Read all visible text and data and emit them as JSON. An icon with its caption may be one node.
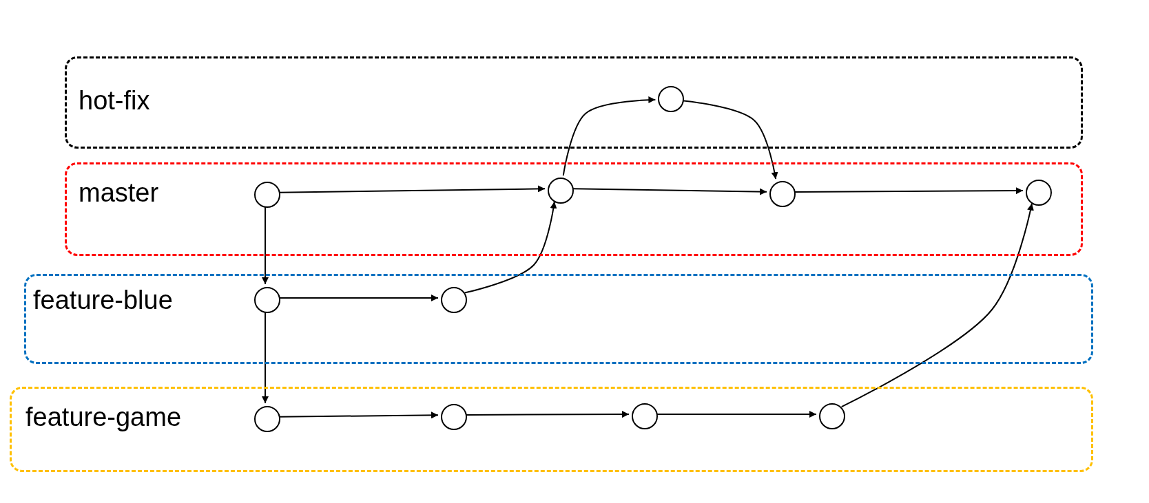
{
  "diagram": {
    "nodes": [
      {
        "text": [
          "hot-fix"
        ]
      },
      {
        "text": [],
        "shape": "circle",
        "in": 0
      },
      {
        "text": [
          "master"
        ]
      },
      {
        "text": [],
        "shape": "circle",
        "in": 2
      },
      {
        "text": [],
        "shape": "circle",
        "in": 2
      },
      {
        "text": [],
        "shape": "circle",
        "in": 2
      },
      {
        "text": [],
        "shape": "circle",
        "in": 2
      },
      {
        "text": [
          "feature-blue"
        ]
      },
      {
        "text": [],
        "shape": "circle",
        "in": 7
      },
      {
        "text": [],
        "shape": "circle",
        "in": 7
      },
      {
        "text": [
          "feature-game"
        ]
      },
      {
        "text": [],
        "shape": "circle",
        "in": 10
      },
      {
        "text": [],
        "shape": "circle",
        "in": 10
      },
      {
        "text": [],
        "shape": "circle",
        "in": 10
      },
      {
        "text": [],
        "shape": "circle",
        "in": 10
      }
    ],
    "edges": [
      {
        "from": 3,
        "to": 4,
        "arrow": "to"
      },
      {
        "from": 4,
        "to": 5,
        "arrow": "to"
      },
      {
        "from": 5,
        "to": 6,
        "arrow": "to"
      },
      {
        "from": 3,
        "to": 8,
        "arrow": "to"
      },
      {
        "from": 8,
        "to": 11,
        "arrow": "to"
      },
      {
        "from": 8,
        "to": 9,
        "arrow": "to"
      },
      {
        "from": 9,
        "to": 4,
        "arrow": "to"
      },
      {
        "from": 4,
        "to": 1,
        "arrow": "to"
      },
      {
        "from": 1,
        "to": 5,
        "arrow": "to"
      },
      {
        "from": 11,
        "to": 12,
        "arrow": "to"
      },
      {
        "from": 12,
        "to": 13,
        "arrow": "to"
      },
      {
        "from": 13,
        "to": 14,
        "arrow": "to"
      },
      {
        "from": 14,
        "to": 6,
        "arrow": "to"
      }
    ]
  }
}
